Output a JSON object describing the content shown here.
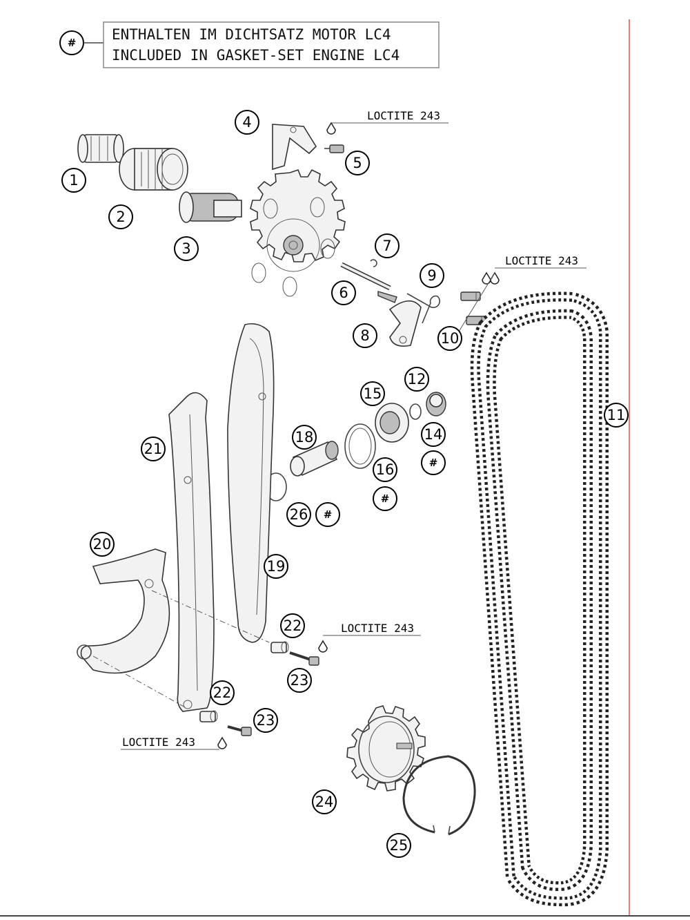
{
  "legend": {
    "symbol": "#",
    "line1": "ENTHALTEN IM DICHTSATZ MOTOR LC4",
    "line2": "INCLUDED IN GASKET-SET ENGINE LC4"
  },
  "loctite_label": "LOCTITE 243",
  "hash_symbol": "#",
  "colors": {
    "border_line": "#e05050",
    "callout_stroke": "#000000",
    "part_stroke": "#333333"
  },
  "callouts": {
    "c1": "1",
    "c2": "2",
    "c3": "3",
    "c4": "4",
    "c5": "5",
    "c6": "6",
    "c7": "7",
    "c8": "8",
    "c9": "9",
    "c10": "10",
    "c11": "11",
    "c12": "12",
    "c14": "14",
    "c15": "15",
    "c16": "16",
    "c18": "18",
    "c19": "19",
    "c20": "20",
    "c21": "21",
    "c22a": "22",
    "c22b": "22",
    "c23a": "23",
    "c23b": "23",
    "c24": "24",
    "c25": "25",
    "c26": "26"
  }
}
